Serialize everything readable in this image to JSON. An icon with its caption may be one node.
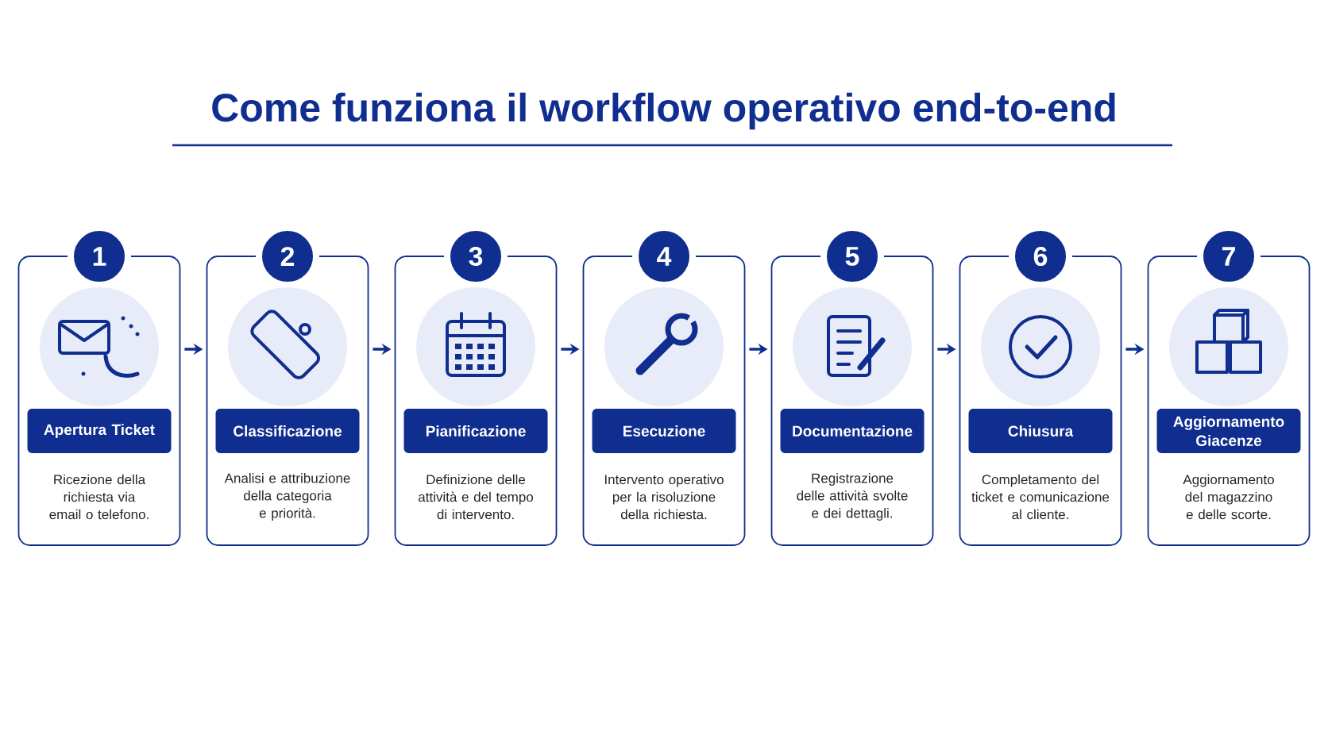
{
  "diagram": {
    "title": "Come funziona il workflow operativo end-to-end",
    "nodes": [
      {
        "text": [
          "1",
          "Apertura Ticket",
          "Ricezione della richiesta via email o telefono."
        ]
      },
      {
        "text": [
          "2",
          "Classificazione",
          "Analisi e attribuzione della categoria e priorità."
        ]
      },
      {
        "text": [
          "3",
          "Pianificazione",
          "Definizione delle attività e del tempo di intervento."
        ]
      },
      {
        "text": [
          "4",
          "Esecuzione",
          "Intervento operativo per la risoluzione della richiesta."
        ]
      },
      {
        "text": [
          "5",
          "Documentazione",
          "Registrazione delle attività svolte e dei dettagli."
        ]
      },
      {
        "text": [
          "6",
          "Chiusura",
          "Completamento del ticket e comunicazione al cliente."
        ]
      },
      {
        "text": [
          "7",
          "Aggiornamento Giacenze",
          "Aggiornamento del magazzino e delle scorte."
        ]
      }
    ],
    "edges": [
      {
        "from": 0,
        "to": 1,
        "arrow": "to"
      },
      {
        "from": 1,
        "to": 2,
        "arrow": "to"
      },
      {
        "from": 2,
        "to": 3,
        "arrow": "to"
      },
      {
        "from": 3,
        "to": 4,
        "arrow": "to"
      },
      {
        "from": 4,
        "to": 5,
        "arrow": "to"
      },
      {
        "from": 5,
        "to": 6,
        "arrow": "to"
      }
    ]
  }
}
